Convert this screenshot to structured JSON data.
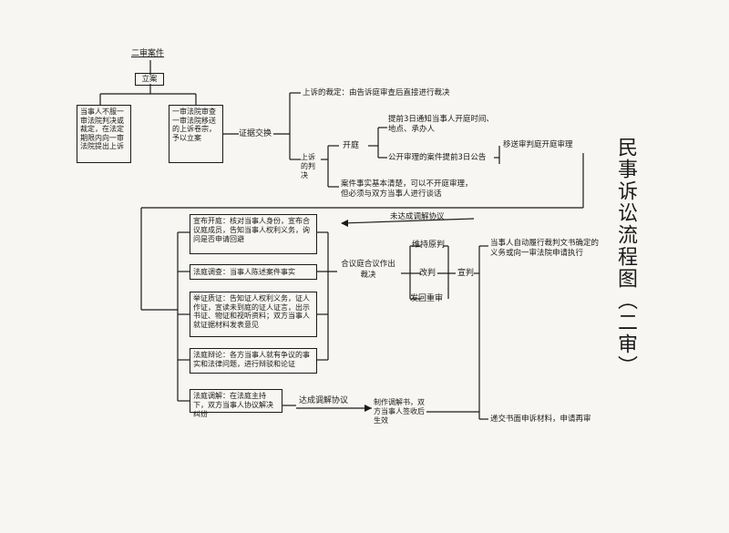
{
  "title": "民事诉讼流程图（二审）",
  "nodes": {
    "second_instance": "二审案件",
    "filing": "立案",
    "party_appeal": "当事人不服一审法院判决或裁定，在法定期限内向一审法院提出上诉",
    "first_court": "一审法院审查一审法院移送的上诉卷宗，予以立案",
    "evidence_exchange": "证据交换",
    "ruling_appeal": "上诉的裁定：由告诉庭审查后直接进行裁决",
    "judgment_appeal": "上诉的判决",
    "open_court": "开庭",
    "notice_3days": "提前3日通知当事人开庭时间、地点、承办人",
    "public_notice": "公开审理的案件提前3日公告",
    "transfer_trial": "移送审判庭开庭审理",
    "clear_facts": "案件事实基本清楚，可以不开庭审理，但必须与双方当事人进行谈话",
    "no_mediation": "未达成调解协议",
    "announce_court": "宣布开庭：核对当事人身份，宣布合议庭成员，告知当事人权利义务，询问是否申请回避",
    "investigation": "法庭调查：当事人陈述案件事实",
    "cross_exam": "举证质证：告知证人权利义务，证人作证，宣读未到庭的证人证言，出示书证、物证和视听资料；双方当事人就证据材料发表意见",
    "debate": "法庭辩论：各方当事人就有争议的事实和法律问题，进行辩驳和论证",
    "mediation": "法庭调解：在法庭主持下，双方当事人协议解决纠纷",
    "collegial": "合议庭合议作出裁决",
    "uphold": "维持原判",
    "amend": "改判",
    "remand": "发回重审",
    "pronounce": "宣判",
    "execute": "当事人自动履行裁判文书确定的义务或向一审法院申请执行",
    "reach_mediation": "达成调解协议",
    "mediation_doc": "制作调解书，双方当事人签收后生效",
    "retrial": "递交书面申诉材料，申请再审"
  }
}
